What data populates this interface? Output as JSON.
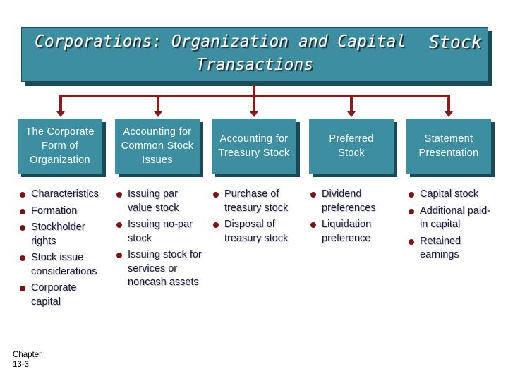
{
  "title": {
    "line1": "Corporations: Organization and Capital",
    "line2": "Transactions",
    "stock": "Stock"
  },
  "columns": [
    {
      "heading": "The Corporate Form of Organization",
      "items": [
        "Characteristics",
        "Formation",
        "Stockholder rights",
        "Stock issue considerations",
        "Corporate capital"
      ]
    },
    {
      "heading": "Accounting for Common Stock Issues",
      "items": [
        "Issuing par value stock",
        "Issuing no-par stock",
        "Issuing stock for services or noncash assets"
      ]
    },
    {
      "heading": "Accounting for Treasury Stock",
      "items": [
        "Purchase of treasury stock",
        "Disposal of treasury stock"
      ]
    },
    {
      "heading": "Preferred Stock",
      "items": [
        "Dividend preferences",
        "Liquidation preference"
      ]
    },
    {
      "heading": "Statement Presentation",
      "items": [
        "Capital stock",
        "Additional paid-in capital",
        "Retained earnings"
      ]
    }
  ],
  "footer": {
    "chapter_line1": "Chapter",
    "chapter_line2": "13-3"
  },
  "colors": {
    "box": "#3d8ea0",
    "shadow": "#1b4a57",
    "connector": "#8b1a1a",
    "bullet": "#7a1414",
    "text": "#1a1a3a"
  }
}
